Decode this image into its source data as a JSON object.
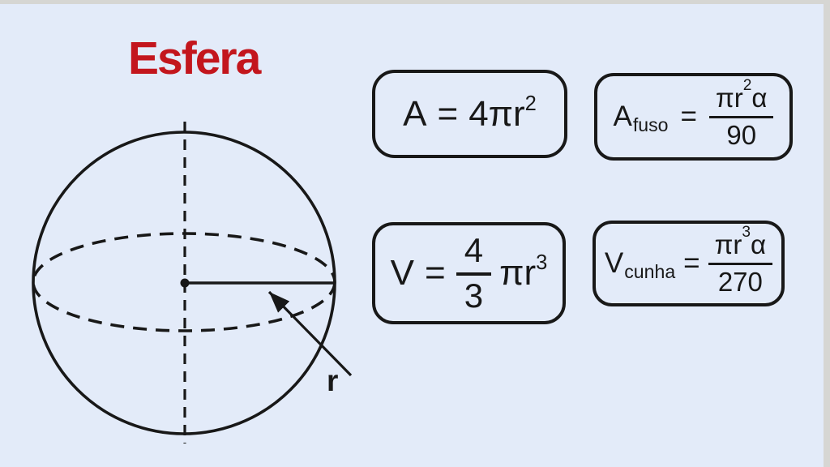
{
  "title": "Esfera",
  "colors": {
    "background": "#e3ebf9",
    "title": "#c3161d",
    "ink": "#181818",
    "frame": "#d6d6d3"
  },
  "diagram": {
    "radius_label": "r"
  },
  "formulas": {
    "surface_area": {
      "lhs": "A",
      "equals": "=",
      "body": "4πr",
      "exponent": "2"
    },
    "fuso_area": {
      "lhs": "A",
      "subscript": "fuso",
      "equals": "=",
      "numerator_head": "πr",
      "numerator_exponent": "2",
      "numerator_tail": "α",
      "denominator": "90"
    },
    "volume": {
      "lhs": "V",
      "equals": "=",
      "fraction_numerator": "4",
      "fraction_denominator": "3",
      "body": "πr",
      "exponent": "3"
    },
    "cunha_volume": {
      "lhs": "V",
      "subscript": "cunha",
      "equals": "=",
      "numerator_head": "πr",
      "numerator_exponent": "3",
      "numerator_tail": "α",
      "denominator": "270"
    }
  }
}
